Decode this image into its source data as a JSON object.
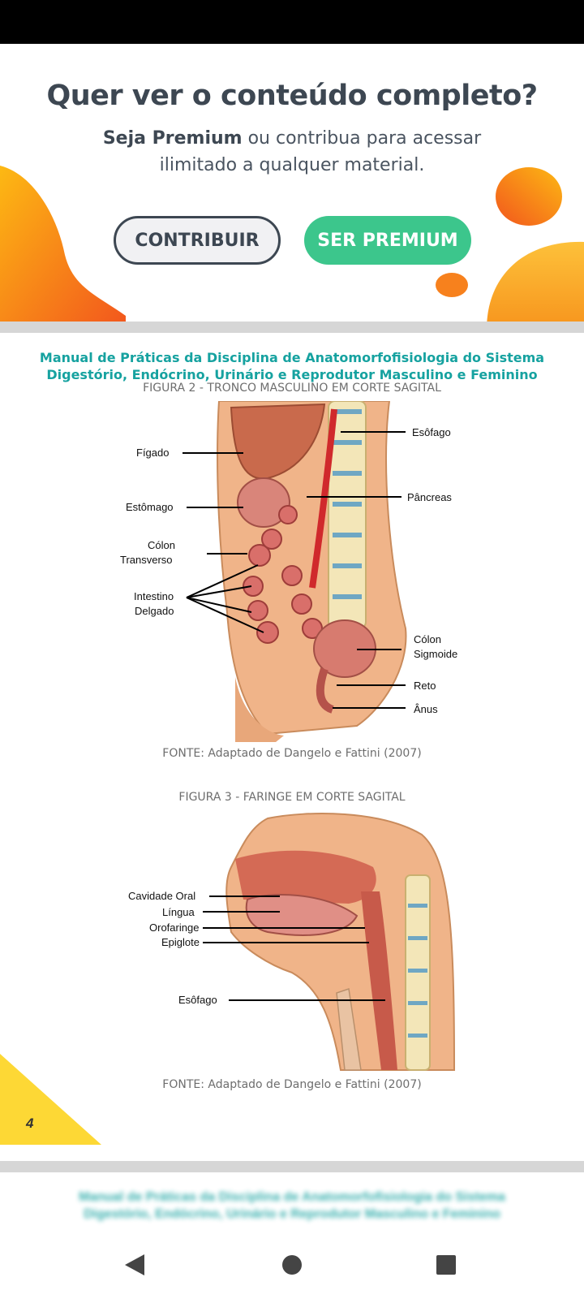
{
  "premium_banner": {
    "heading": "Quer ver o conteúdo completo?",
    "subtitle_bold": "Seja Premium",
    "subtitle_rest": " ou contribua para acessar",
    "subtitle_line2": "ilimitado a qualquer material.",
    "contribute_label": "CONTRIBUIR",
    "premium_label": "SER PREMIUM"
  },
  "document": {
    "title_line1": "Manual de Práticas da Disciplina de Anatomorfofisiologia do Sistema",
    "title_line2": "Digestório, Endócrino, Urinário e Reprodutor Masculino e Feminino",
    "figure2": {
      "caption": "FIGURA 2 - TRONCO MASCULINO EM CORTE SAGITAL",
      "labels": {
        "figado": "Fígado",
        "estomago": "Estômago",
        "colon_transverso_1": "Cólon",
        "colon_transverso_2": "Transverso",
        "intestino_1": "Intestino",
        "intestino_2": "Delgado",
        "esofago": "Esôfago",
        "pancreas": "Pâncreas",
        "colon_sigmoide_1": "Cólon",
        "colon_sigmoide_2": "Sigmoide",
        "reto": "Reto",
        "anus": "Ânus"
      },
      "source": "FONTE: Adaptado de Dangelo e Fattini (2007)"
    },
    "figure3": {
      "caption": "FIGURA 3 - FARINGE EM CORTE SAGITAL",
      "labels": {
        "cavidade_oral": "Cavidade Oral",
        "lingua": "Língua",
        "orofaringe": "Orofaringe",
        "epiglote": "Epiglote",
        "esofago": "Esôfago"
      },
      "source": "FONTE: Adaptado de Dangelo e Fattini (2007)"
    },
    "page_number": "4"
  },
  "colors": {
    "accent_teal": "#16a2a0",
    "premium_green": "#3cc68c",
    "blob_orange": "#f7941d",
    "page_corner_yellow": "#fdd835"
  }
}
